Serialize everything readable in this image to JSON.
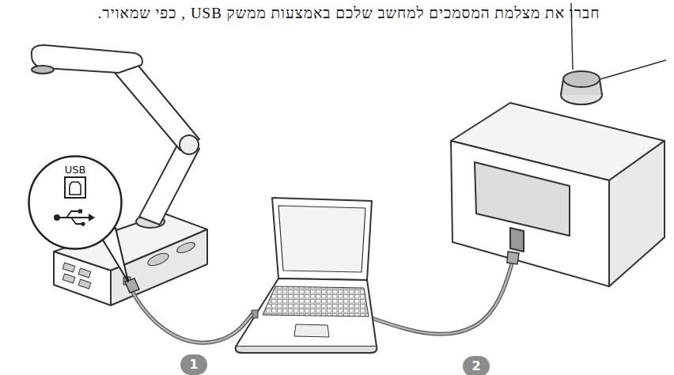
{
  "diagram": {
    "title": "חברו את מצלמת המסמכים למחשב שלכם באמצעות ממשק USB , כפי שמאויר.",
    "nodes": [
      {
        "text": [
          "USB"
        ]
      }
    ],
    "labels": [
      "1",
      "2"
    ]
  }
}
